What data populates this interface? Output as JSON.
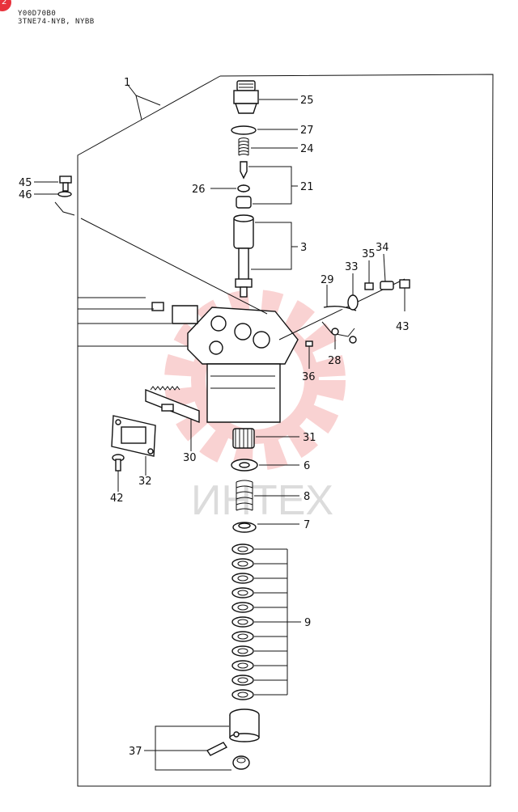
{
  "header": {
    "badge": "2",
    "code": "Y00D70B0",
    "model": "3TNE74-NYB, NYBB"
  },
  "watermark": {
    "text": "ИНТЕХ",
    "color": "#f08080"
  },
  "callouts": {
    "c1": "1",
    "c3": "3",
    "c6": "6",
    "c7": "7",
    "c8": "8",
    "c9": "9",
    "c21": "21",
    "c24": "24",
    "c25": "25",
    "c26": "26",
    "c27": "27",
    "c28": "28",
    "c29": "29",
    "c30": "30",
    "c31": "31",
    "c32": "32",
    "c33": "33",
    "c34": "34",
    "c35": "35",
    "c36": "36",
    "c37": "37",
    "c42": "42",
    "c43": "43",
    "c45": "45",
    "c46": "46"
  }
}
